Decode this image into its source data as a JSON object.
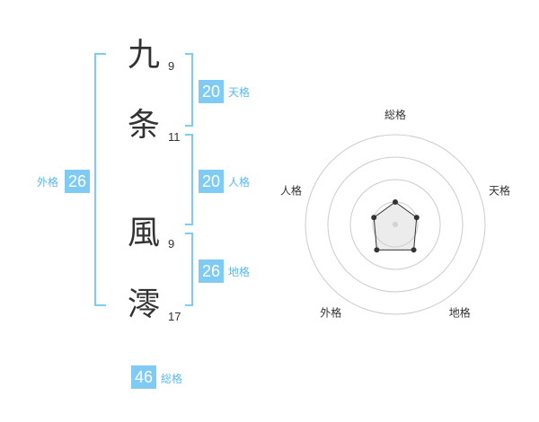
{
  "name_chars": [
    {
      "char": "九",
      "strokes": "9"
    },
    {
      "char": "条",
      "strokes": "11"
    },
    {
      "char": "風",
      "strokes": "9"
    },
    {
      "char": "澪",
      "strokes": "17"
    }
  ],
  "kaku": {
    "tenkaku": {
      "value": "20",
      "label": "天格"
    },
    "jinkaku": {
      "value": "20",
      "label": "人格"
    },
    "chikaku": {
      "value": "26",
      "label": "地格"
    },
    "gaikaku": {
      "value": "26",
      "label": "外格"
    },
    "soukaku": {
      "value": "46",
      "label": "総格"
    }
  },
  "colors": {
    "accent": "#7fcbf3",
    "label": "#59b9ee",
    "text": "#333333",
    "ring": "#cccccc",
    "fill": "#eeeeee"
  },
  "chart_data": {
    "type": "radar",
    "axes": [
      "総格",
      "天格",
      "地格",
      "外格",
      "人格"
    ],
    "rings": 4,
    "max": 4,
    "values": [
      1,
      1,
      1.4,
      1.4,
      1
    ]
  }
}
